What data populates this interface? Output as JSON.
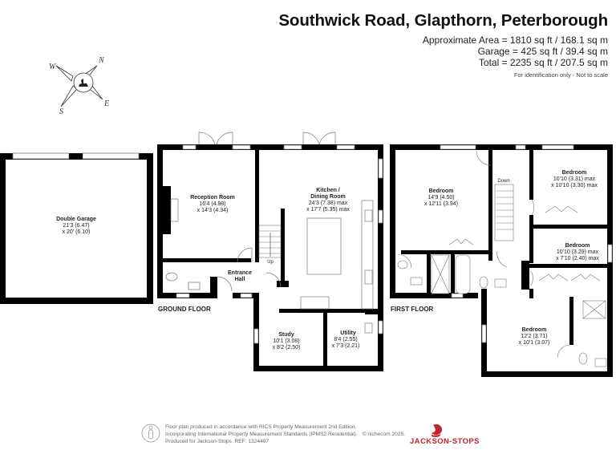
{
  "header": {
    "title": "Southwick Road, Glapthorn, Peterborough",
    "areas": [
      "Approximate Area = 1810 sq ft / 168.1 sq m",
      "Garage = 425 sq ft / 39.4 sq m",
      "Total = 2235 sq ft / 207.5 sq m"
    ],
    "note": "For identification only - Not to scale"
  },
  "compass": {
    "icon": "compass-rose-icon",
    "n": "N",
    "e": "E",
    "s": "S",
    "w": "W"
  },
  "garage": {
    "name": "Double Garage",
    "dim1": "21'3 (6.47)",
    "dim2": "x 20' (6.10)"
  },
  "ground_floor": {
    "label": "GROUND FLOOR",
    "rooms": [
      {
        "name": "Reception Room",
        "dim1": "16'4 (4.98)",
        "dim2": "x 14'3 (4.34)"
      },
      {
        "name_line1": "Kitchen /",
        "name_line2": "Dining Room",
        "dim1": "24'3 (7.38) max",
        "dim2": "x 17'7 (5.35) max"
      },
      {
        "name_line1": "Entrance",
        "name_line2": "Hall"
      },
      {
        "name": "Study",
        "dim1": "10'1 (3.08)",
        "dim2": "x 8'2 (2.50)"
      },
      {
        "name": "Utility",
        "dim1": "8'4 (2.55)",
        "dim2": "x 7'3 (2.21)"
      }
    ],
    "stairs_label": "Up"
  },
  "first_floor": {
    "label": "FIRST FLOOR",
    "rooms": [
      {
        "name": "Bedroom",
        "dim1": "14'9 (4.50)",
        "dim2": "x 12'11 (3.94)"
      },
      {
        "name": "Bedroom",
        "dim1": "10'10 (3.31) max",
        "dim2": "x 10'10 (3.30) max"
      },
      {
        "name": "Bedroom",
        "dim1": "10'10 (3.29) max",
        "dim2": "x 7'10 (2.40) max"
      },
      {
        "name": "Bedroom",
        "dim1": "12'2 (3.71)",
        "dim2": "x 10'1 (3.07)"
      }
    ],
    "stairs_label": "Down"
  },
  "footer": {
    "lines": [
      "Floor plan produced in accordance with RICS Property Measurement 2nd Edition,",
      "Incorporating International Property Measurement Standards (IPMS2 Residential).",
      "Produced for Jackson-Stops.   REF:  1324407"
    ],
    "copyright": "© nichecom 2025.",
    "brand": "JACKSON-STOPS",
    "brand_color": "#c0272d"
  }
}
